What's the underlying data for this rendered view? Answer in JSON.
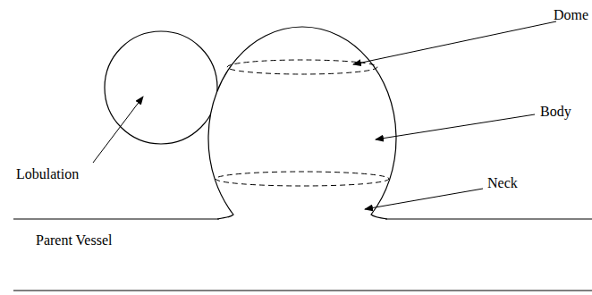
{
  "diagram": {
    "labels": [
      "Dome",
      "Body",
      "Lobulation",
      "Neck",
      "Parent Vessel"
    ]
  }
}
